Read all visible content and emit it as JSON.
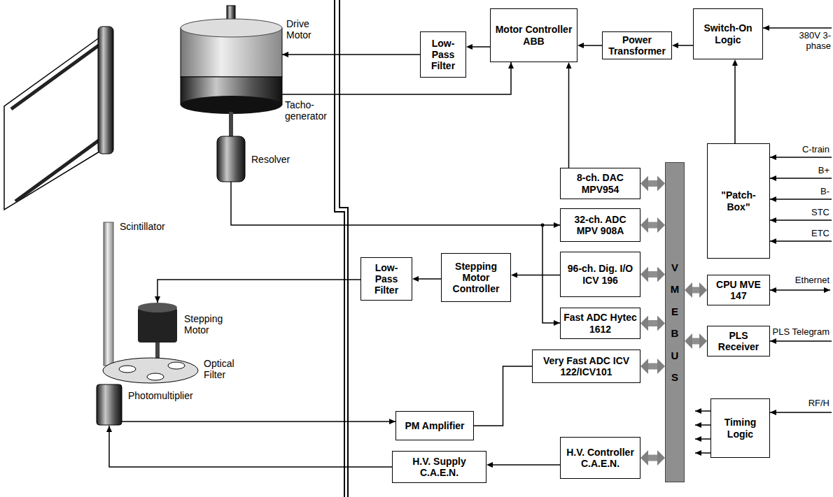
{
  "diagram": {
    "nodes": [
      {
        "text": [
          "Low-Pass Filter"
        ]
      },
      {
        "text": [
          "Motor Controller ABB"
        ]
      },
      {
        "text": [
          "Power Transformer"
        ]
      },
      {
        "text": [
          "Switch-On Logic"
        ]
      },
      {
        "text": [
          "8-ch. DAC MPV954"
        ]
      },
      {
        "text": [
          "\"Patch-Box\""
        ]
      },
      {
        "text": [
          "32-ch. ADC MPV 908A"
        ]
      },
      {
        "text": [
          "Low-Pass Filter"
        ]
      },
      {
        "text": [
          "Stepping Motor Controller"
        ]
      },
      {
        "text": [
          "96-ch. Dig. I/O ICV 196"
        ]
      },
      {
        "text": [
          "VMEBUS"
        ]
      },
      {
        "text": [
          "CPU MVE 147"
        ]
      },
      {
        "text": [
          "Fast ADC Hytec 1612"
        ]
      },
      {
        "text": [
          "PLS Receiver"
        ]
      },
      {
        "text": [
          "Very Fast ADC ICV 122/ICV101"
        ]
      },
      {
        "text": [
          "PM Amplifier"
        ]
      },
      {
        "text": [
          "H.V. Supply C.A.E.N."
        ]
      },
      {
        "text": [
          "H.V. Controller C.A.E.N."
        ]
      },
      {
        "text": [
          "Timing Logic"
        ]
      }
    ],
    "edges": [
      {
        "from": 1,
        "to": 0,
        "arrow": "to"
      },
      {
        "from": 2,
        "to": 1,
        "arrow": "to"
      },
      {
        "from": 3,
        "to": 2,
        "arrow": "to"
      },
      {
        "from": 5,
        "to": 3,
        "arrow": "to"
      },
      {
        "from": 4,
        "to": 1,
        "arrow": "to"
      },
      {
        "from": 9,
        "to": 8,
        "arrow": "to"
      },
      {
        "from": 8,
        "to": 7,
        "arrow": "to"
      },
      {
        "from": 15,
        "to": 14,
        "arrow": "none"
      },
      {
        "from": 17,
        "to": 16,
        "arrow": "to"
      },
      {
        "from": 10,
        "to": 4,
        "arrow": "both"
      },
      {
        "from": 10,
        "to": 6,
        "arrow": "both"
      },
      {
        "from": 10,
        "to": 9,
        "arrow": "both"
      },
      {
        "from": 10,
        "to": 12,
        "arrow": "both"
      },
      {
        "from": 10,
        "to": 14,
        "arrow": "both"
      },
      {
        "from": 10,
        "to": 17,
        "arrow": "both"
      },
      {
        "from": 10,
        "to": 11,
        "arrow": "both"
      },
      {
        "from": 10,
        "to": 13,
        "arrow": "both"
      }
    ],
    "labels": [
      "Drive Motor",
      "Tacho-generator",
      "Resolver",
      "Scintillator",
      "Stepping Motor",
      "Optical Filter",
      "Photomultiplier",
      "380V 3-phase",
      "C-train",
      "B+",
      "B-",
      "STC",
      "ETC",
      "Ethernet",
      "PLS Telegram",
      "RF/H"
    ]
  }
}
